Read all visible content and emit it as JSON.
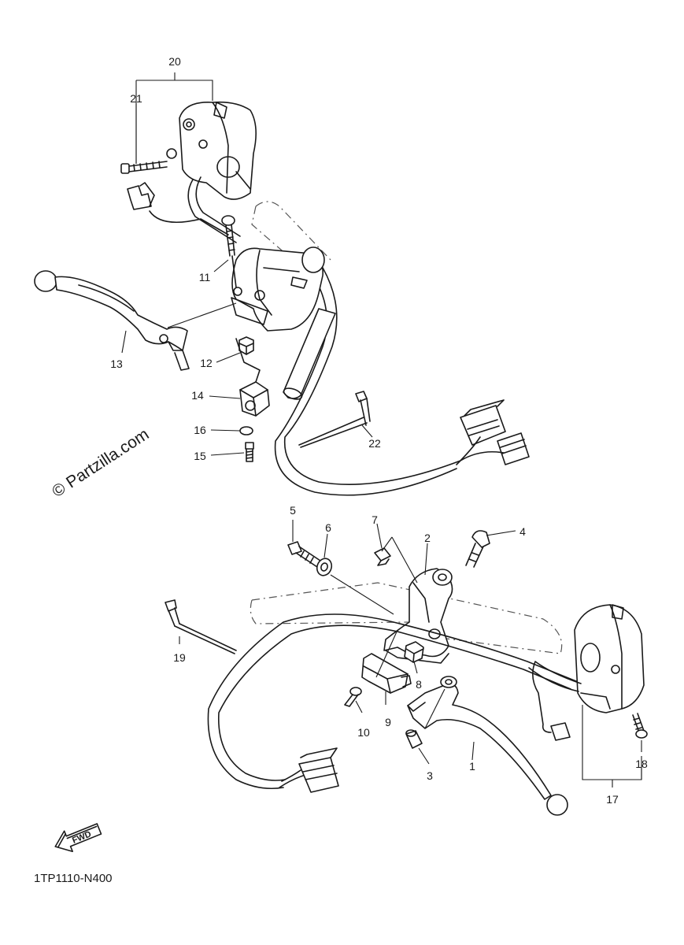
{
  "watermark": "© Partzilla.com",
  "diagram_code": "1TP1110-N400",
  "fwd_label": "FWD",
  "callouts": [
    {
      "id": "c1",
      "label": "1"
    },
    {
      "id": "c2",
      "label": "2"
    },
    {
      "id": "c3",
      "label": "3"
    },
    {
      "id": "c4",
      "label": "4"
    },
    {
      "id": "c5",
      "label": "5"
    },
    {
      "id": "c6",
      "label": "6"
    },
    {
      "id": "c7",
      "label": "7"
    },
    {
      "id": "c8",
      "label": "8"
    },
    {
      "id": "c9",
      "label": "9"
    },
    {
      "id": "c10",
      "label": "10"
    },
    {
      "id": "c11",
      "label": "11"
    },
    {
      "id": "c12",
      "label": "12"
    },
    {
      "id": "c13",
      "label": "13"
    },
    {
      "id": "c14",
      "label": "14"
    },
    {
      "id": "c15",
      "label": "15"
    },
    {
      "id": "c16",
      "label": "16"
    },
    {
      "id": "c17",
      "label": "17"
    },
    {
      "id": "c18",
      "label": "18"
    },
    {
      "id": "c19",
      "label": "19"
    },
    {
      "id": "c20",
      "label": "20"
    },
    {
      "id": "c21",
      "label": "21"
    },
    {
      "id": "c22",
      "label": "22"
    }
  ]
}
